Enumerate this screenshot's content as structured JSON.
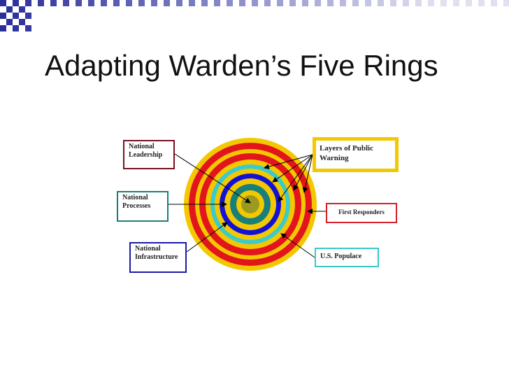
{
  "slide": {
    "title": "Adapting Warden’s Five Rings"
  },
  "colors": {
    "header_blue": "#2b2f9a",
    "ring_yellow": "#f4c800",
    "ring_red": "#e2141c",
    "ring_cyan": "#3ccaca",
    "ring_blue": "#1212d6",
    "ring_teal": "#18807a",
    "core_olive": "#9a9a20"
  },
  "rings": [
    {
      "name": "outer-yellow",
      "color": "#f4c800"
    },
    {
      "name": "red",
      "color": "#e2141c"
    },
    {
      "name": "yellow",
      "color": "#f4c800"
    },
    {
      "name": "red-inner",
      "color": "#e2141c"
    },
    {
      "name": "yellow-2",
      "color": "#f4c800"
    },
    {
      "name": "cyan",
      "color": "#3ccaca"
    },
    {
      "name": "yellow-3",
      "color": "#f4c800"
    },
    {
      "name": "blue",
      "color": "#1212d6"
    },
    {
      "name": "yellow-4",
      "color": "#f4c800"
    },
    {
      "name": "teal",
      "color": "#18807a"
    },
    {
      "name": "yellow-5",
      "color": "#f4c800"
    },
    {
      "name": "core",
      "color": "#9a9a20"
    }
  ],
  "labels": {
    "national_leadership": "National\nLeadership",
    "national_processes": "National\nProcesses",
    "national_infrastructure": "National\nInfrastructure",
    "layers_of_public_warning": "Layers of Public\nWarning",
    "first_responders": "First Responders",
    "us_populace": "U.S. Populace"
  }
}
